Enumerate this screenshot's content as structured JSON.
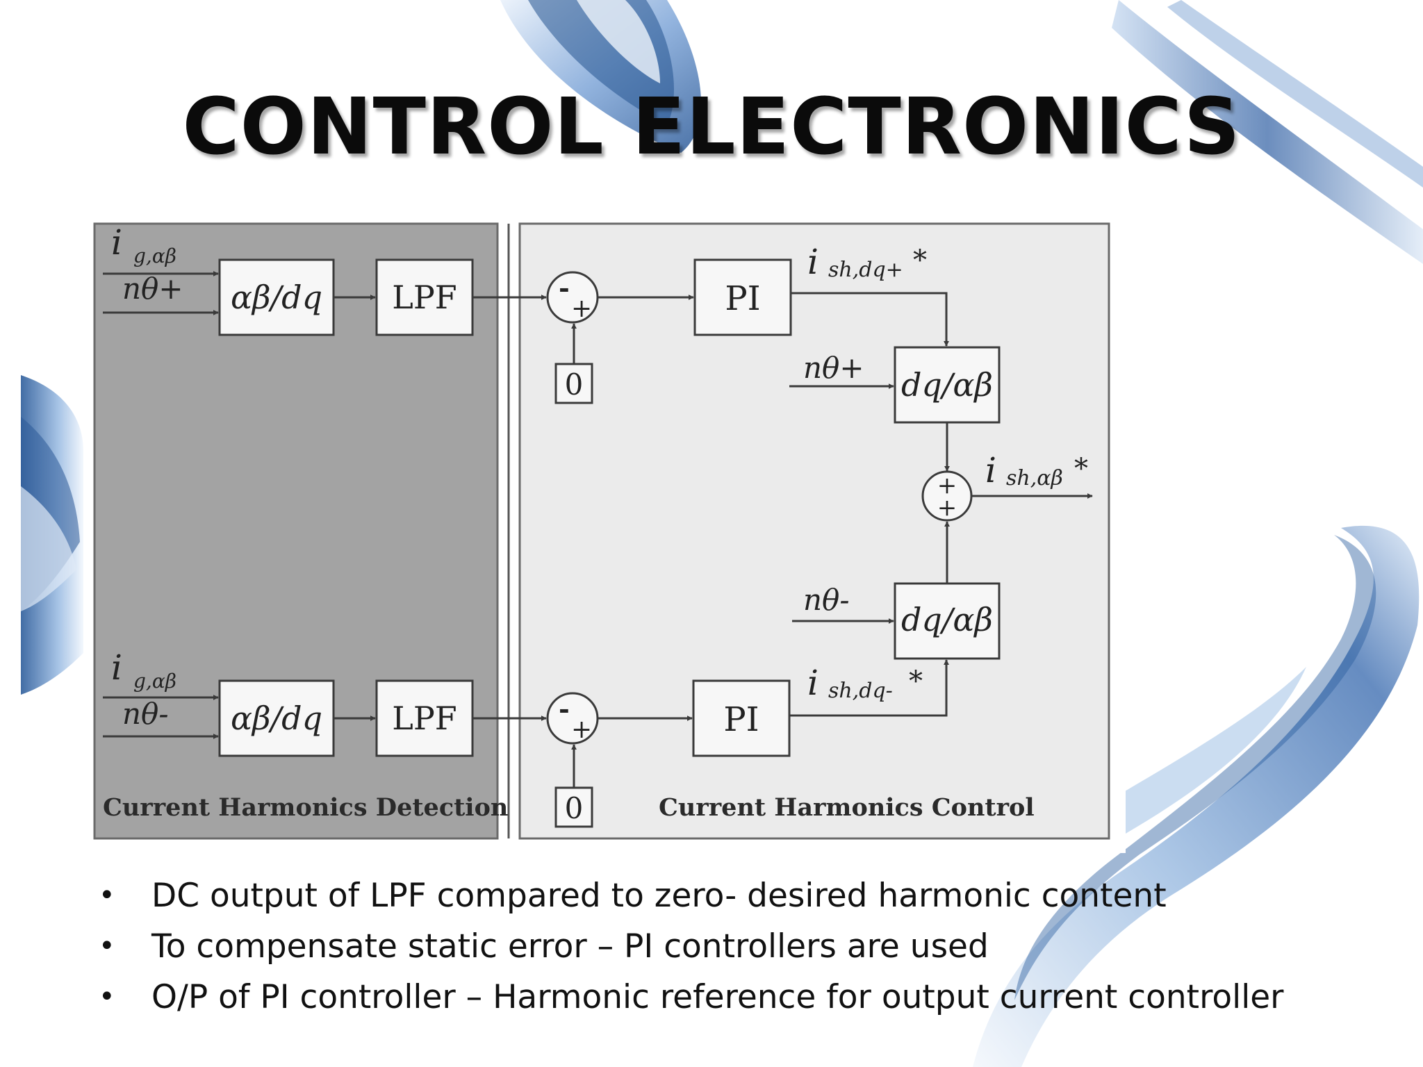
{
  "slide": {
    "title": "CONTROL ELECTRONICS",
    "bullets": [
      "DC output of LPF compared to zero- desired harmonic content",
      "To compensate static error – PI controllers are used",
      "O/P of PI controller – Harmonic  reference for output current controller"
    ],
    "bullet_symbol": "•"
  },
  "diagram": {
    "sections": {
      "detection": "Current Harmonics Detection",
      "control": "Current Harmonics Control"
    },
    "blocks": {
      "park": "αβ/dq",
      "lpf": "LPF",
      "pi": "PI",
      "inverse_park": "dq/αβ",
      "zero": "0"
    },
    "signals": {
      "input_current": "i",
      "input_current_sub": "g,αβ",
      "theta_pos": "nθ+",
      "theta_neg": "nθ-",
      "ref_pos": "i",
      "ref_pos_sub": "sh,dq+",
      "ref_neg": "i",
      "ref_neg_sub": "sh,dq-",
      "output": "i",
      "output_sub": "sh,αβ",
      "star": "*"
    },
    "signs": {
      "minus": "-",
      "plus": "+"
    }
  },
  "colors": {
    "detection_bg": "#a3a3a3",
    "control_bg": "#ebebeb",
    "block_fill": "#f7f7f7",
    "line": "#3a3a3a",
    "swoosh_dark": "#2f5f9e",
    "swoosh_light": "#9dbde3"
  }
}
